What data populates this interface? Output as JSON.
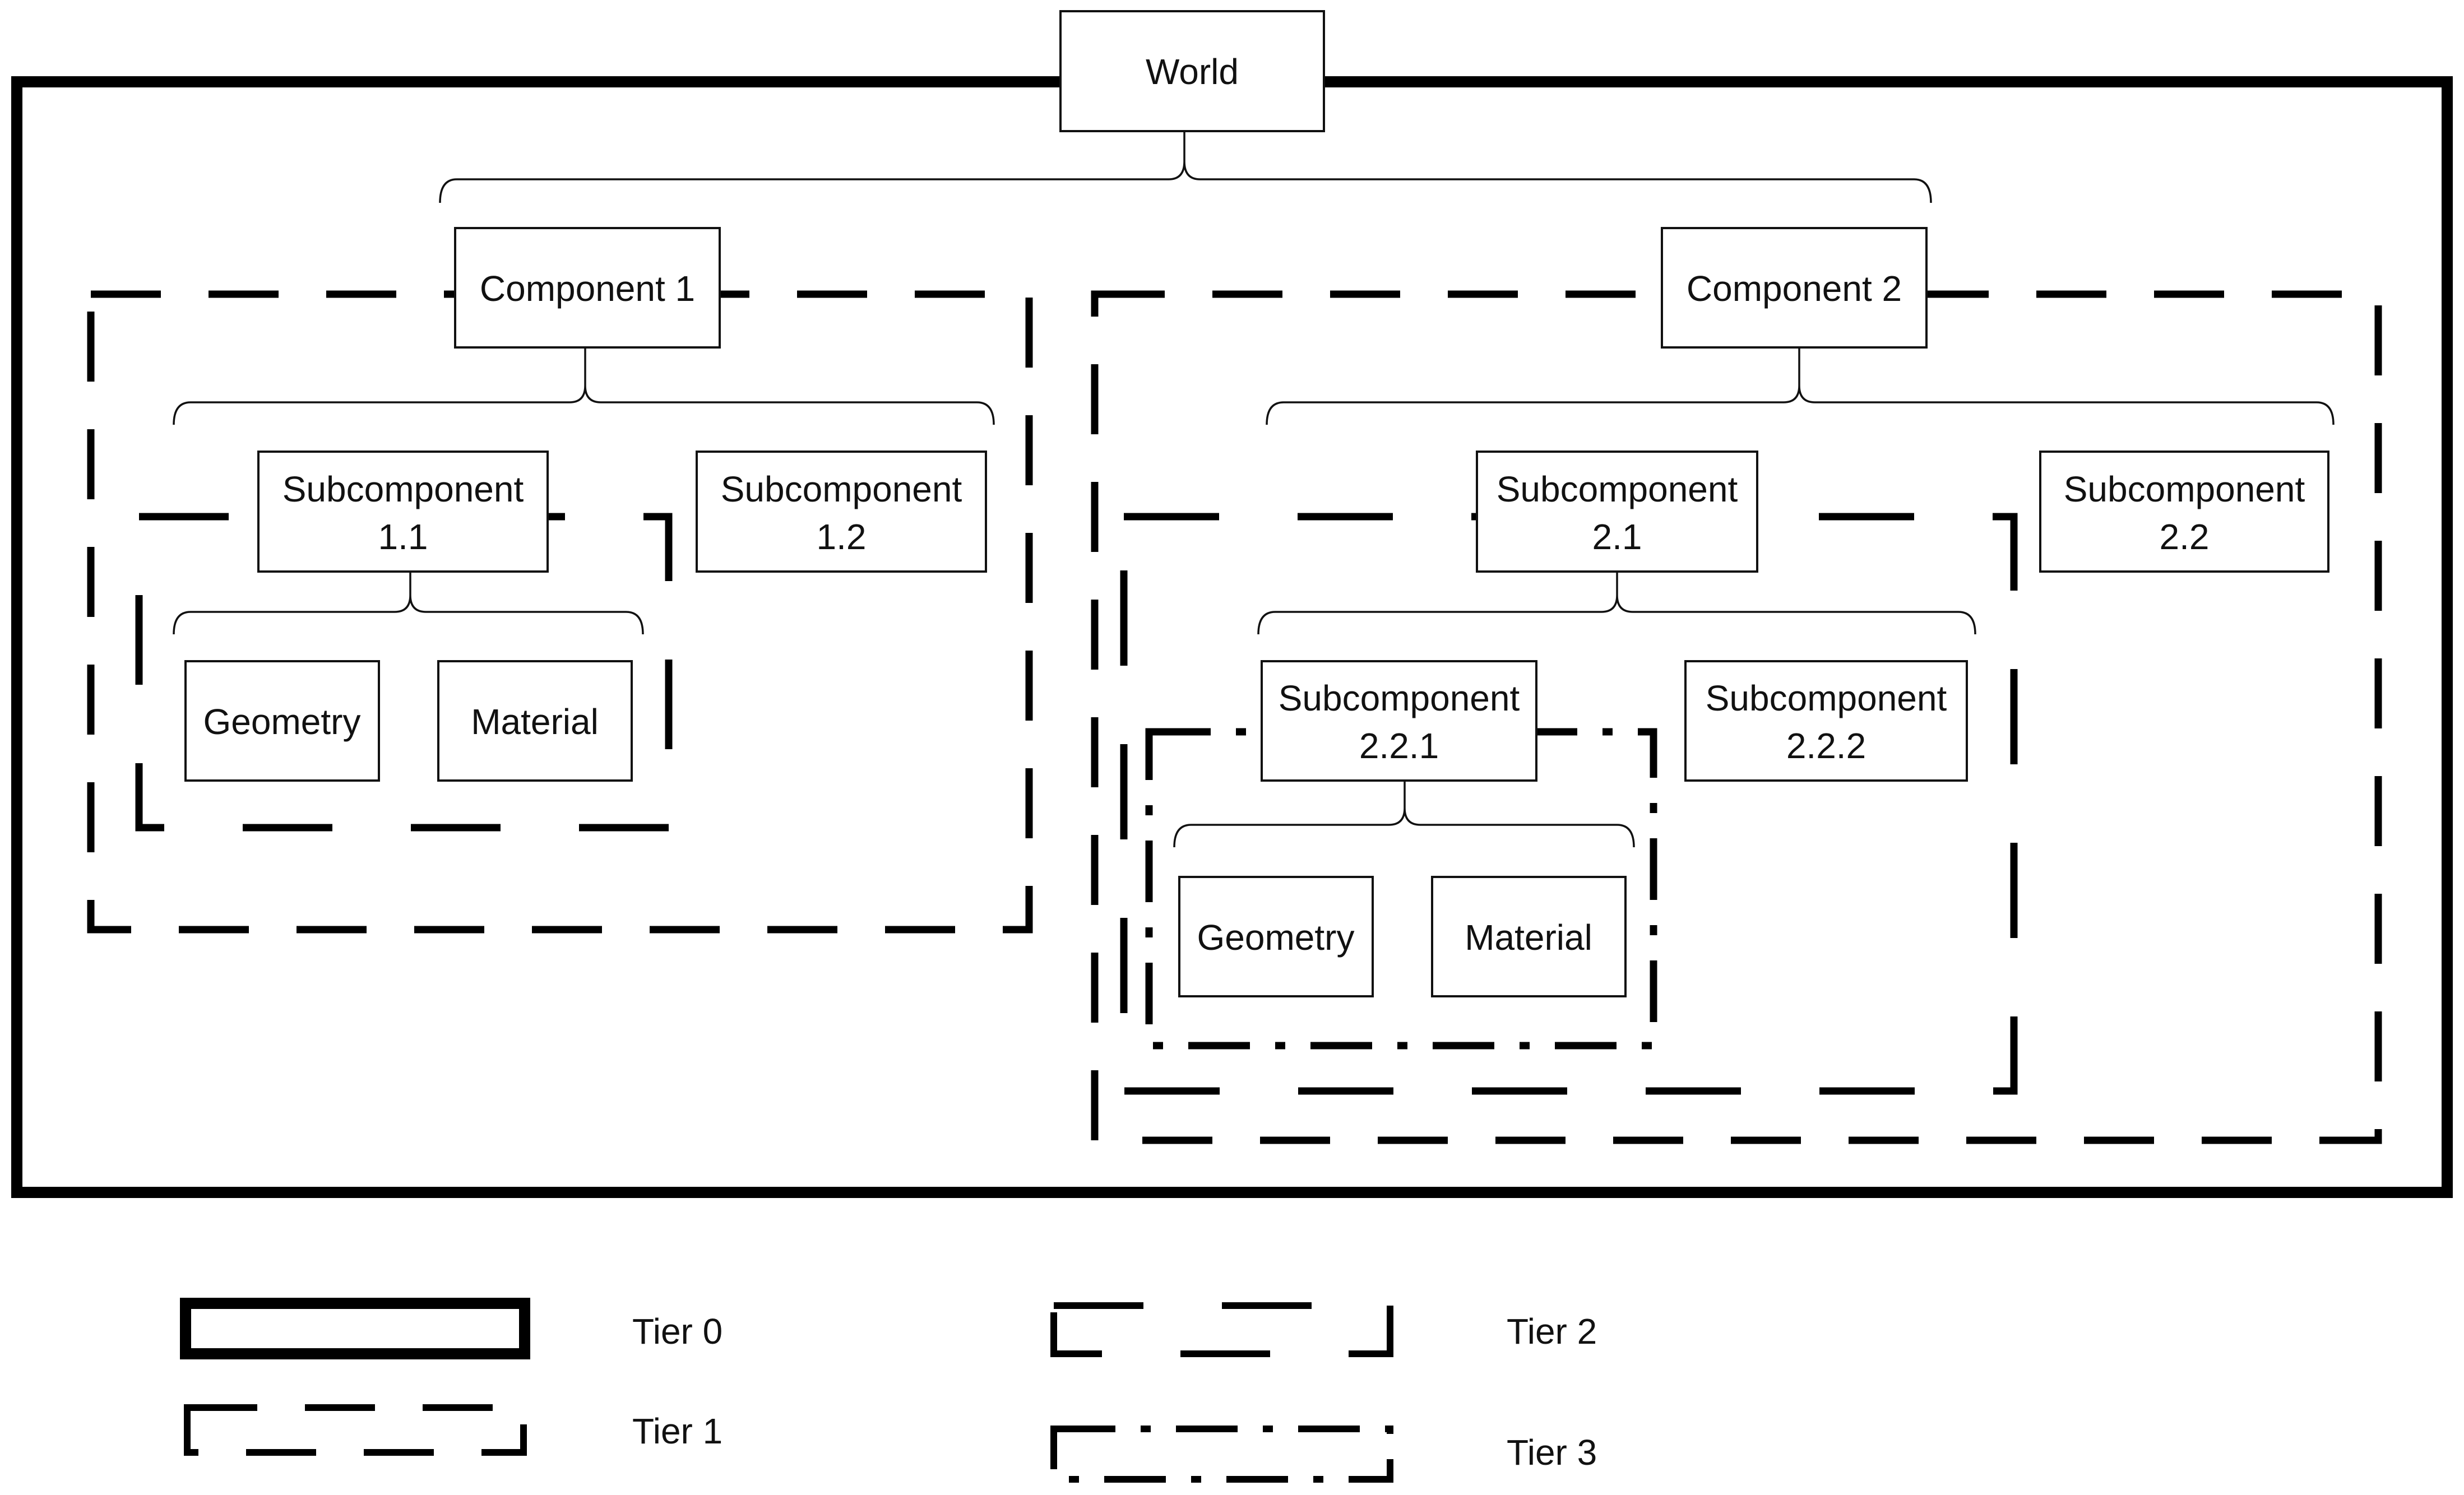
{
  "nodes": {
    "world": "World",
    "component1": "Component 1",
    "component2": "Component 2",
    "sub11": [
      "Subcomponent",
      "1.1"
    ],
    "sub12": [
      "Subcomponent",
      "1.2"
    ],
    "sub21": [
      "Subcomponent",
      "2.1"
    ],
    "sub22": [
      "Subcomponent",
      "2.2"
    ],
    "sub221": [
      "Subcomponent",
      "2.2.1"
    ],
    "sub222": [
      "Subcomponent",
      "2.2.2"
    ],
    "geometry_a": "Geometry",
    "material_a": "Material",
    "geometry_b": "Geometry",
    "material_b": "Material"
  },
  "legend": {
    "tier0": "Tier 0",
    "tier1": "Tier 1",
    "tier2": "Tier 2",
    "tier3": "Tier 3"
  }
}
